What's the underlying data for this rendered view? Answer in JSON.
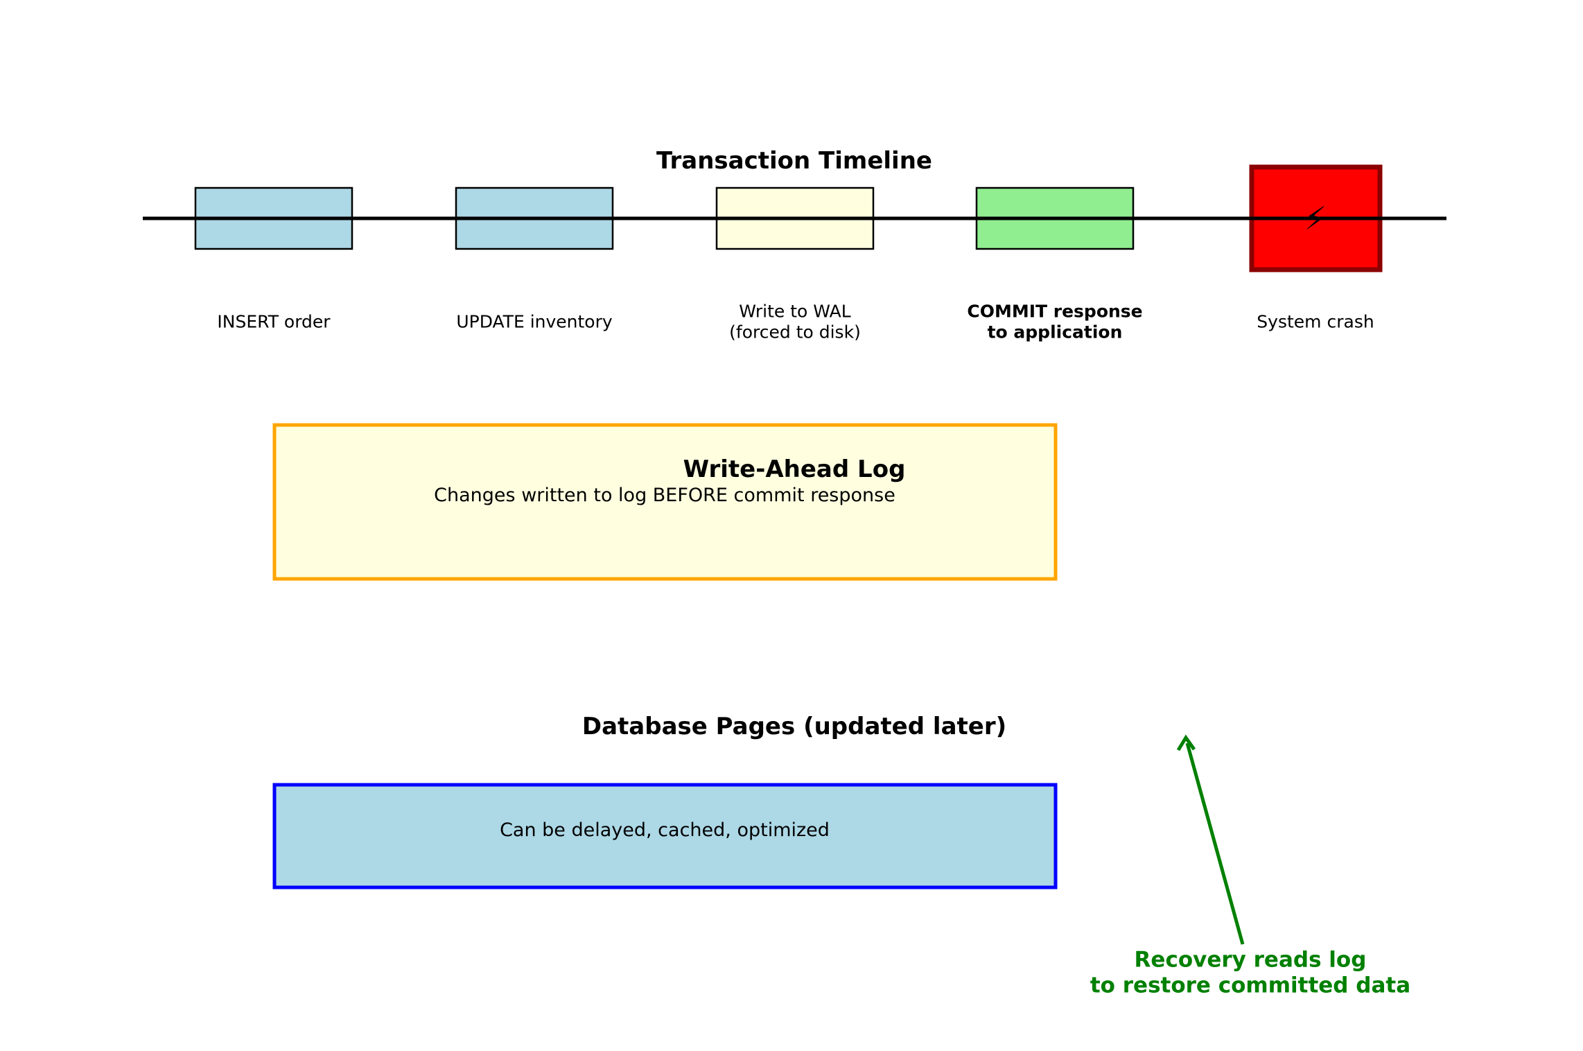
{
  "timeline": {
    "title": "Transaction Timeline",
    "steps": [
      {
        "label": "INSERT order",
        "fill": "#add8e6"
      },
      {
        "label": "UPDATE inventory",
        "fill": "#add8e6"
      },
      {
        "label": "Write to WAL\n(forced to disk)",
        "fill": "#ffffe0"
      },
      {
        "label": "COMMIT response\nto application",
        "fill": "#90ee90",
        "bold": true
      },
      {
        "label": "System crash",
        "fill": "#ff0000",
        "border": "#8b0000",
        "icon": "crash-icon",
        "glyph": "⚡"
      }
    ]
  },
  "wal": {
    "title": "Write-Ahead Log",
    "description": "Changes written to log BEFORE commit response",
    "fill": "#ffffe0",
    "border": "#ffa500"
  },
  "pages": {
    "title": "Database Pages (updated later)",
    "description": "Can be delayed, cached, optimized",
    "fill": "#add8e6",
    "border": "#0000ff"
  },
  "recovery": {
    "text": "Recovery reads log\nto restore committed data",
    "color": "#008000"
  }
}
